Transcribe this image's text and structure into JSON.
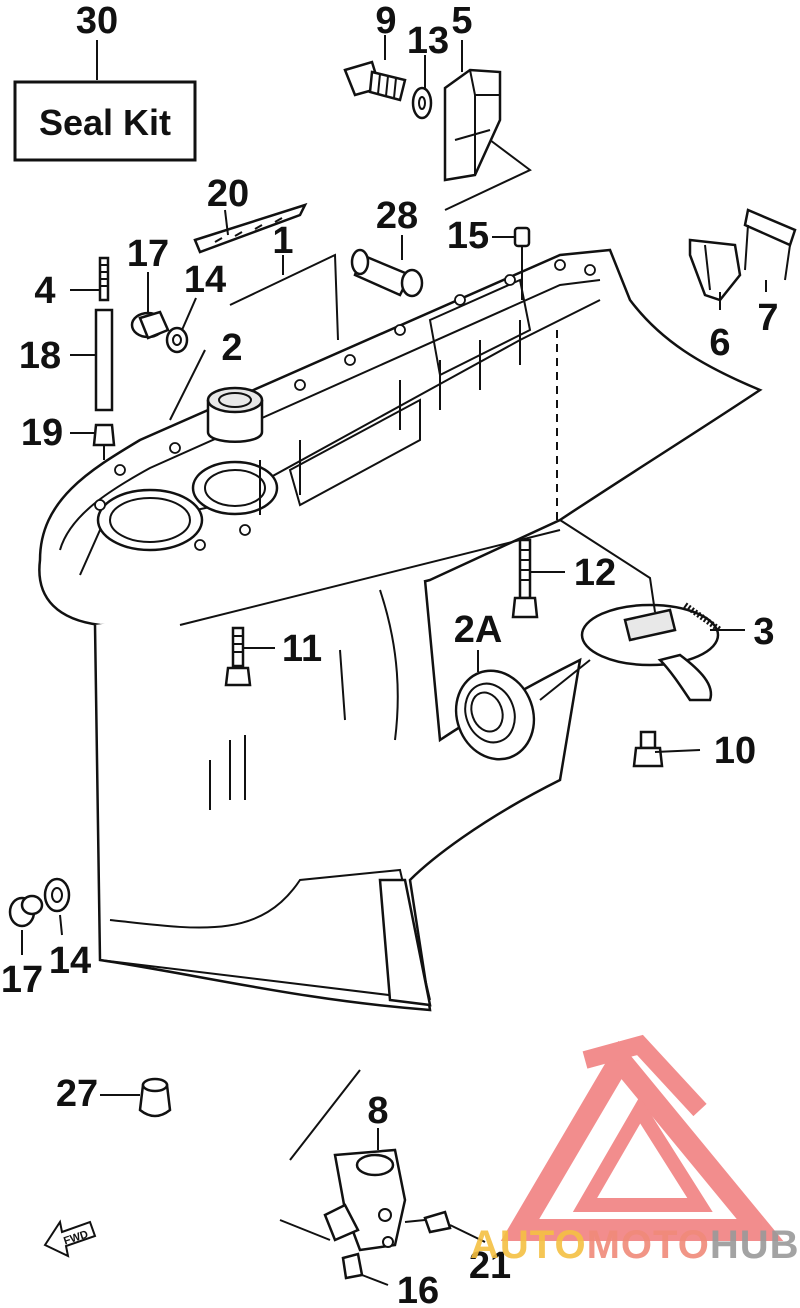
{
  "seal_kit": {
    "number": "30",
    "label": "Seal Kit"
  },
  "callouts": {
    "p1": "1",
    "p2": "2",
    "p2a": "2A",
    "p3": "3",
    "p4": "4",
    "p5": "5",
    "p6": "6",
    "p7": "7",
    "p8": "8",
    "p9": "9",
    "p10": "10",
    "p11": "11",
    "p12": "12",
    "p13": "13",
    "p14a": "14",
    "p14b": "14",
    "p15": "15",
    "p16": "16",
    "p17a": "17",
    "p17b": "17",
    "p18": "18",
    "p19": "19",
    "p20": "20",
    "p21": "21",
    "p27": "27",
    "p28": "28"
  },
  "fwd_arrow": {
    "label": "FWD",
    "icon": "forward-arrow-icon"
  },
  "watermark": {
    "part1": "AUTO",
    "part2": "MOTO",
    "part3": "HUB",
    "colors": {
      "auto": "#f5c043",
      "moto": "#f08a7a",
      "hub": "#9a9a9a",
      "logo": "#f07a7a"
    }
  }
}
